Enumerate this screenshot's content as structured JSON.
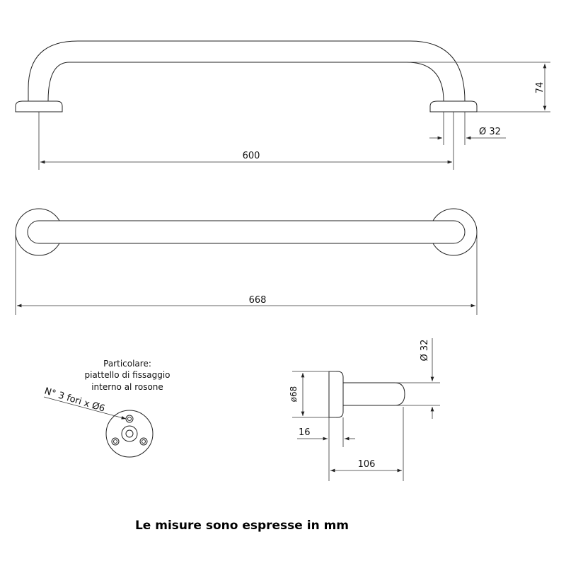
{
  "top_view": {
    "dim_width": "600",
    "dim_height": "74",
    "dim_diameter": "Ø 32"
  },
  "front_view": {
    "dim_total": "668"
  },
  "detail": {
    "title": "Particolare:",
    "line2": "piattello di fissaggio",
    "line3": "interno al rosone",
    "holes_label": "N° 3 fori x Ø6"
  },
  "side_view": {
    "dim_rosette": "ø68",
    "dim_tube": "Ø 32",
    "dim_thickness": "16",
    "dim_depth": "106"
  },
  "footer": {
    "note": "Le misure sono espresse in mm"
  }
}
